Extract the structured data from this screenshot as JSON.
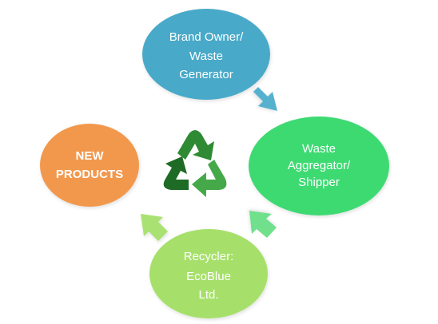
{
  "nodes": {
    "brand_owner": {
      "line1": "Brand Owner/",
      "line2": "Waste",
      "line3": "Generator",
      "color": "#4AA9C8"
    },
    "aggregator": {
      "line1": "Waste",
      "line2": "Aggregator/",
      "line3": "Shipper",
      "color": "#3DDA72"
    },
    "recycler": {
      "line1": "Recycler:",
      "line2": "EcoBlue",
      "line3": "Ltd.",
      "color": "#A6E06A"
    },
    "new_products": {
      "line1": "NEW",
      "line2": "PRODUCTS",
      "color": "#F2984E"
    }
  },
  "arrows": {
    "brand_to_aggregator_color": "#57B1CF",
    "aggregator_to_recycler_color": "#6FE08C",
    "recycler_to_products_color": "#A9E172"
  },
  "recycle_symbol": {
    "icon": "recycle-icon",
    "colors": [
      "#2E8B33",
      "#1E6B25",
      "#45A94A"
    ]
  }
}
